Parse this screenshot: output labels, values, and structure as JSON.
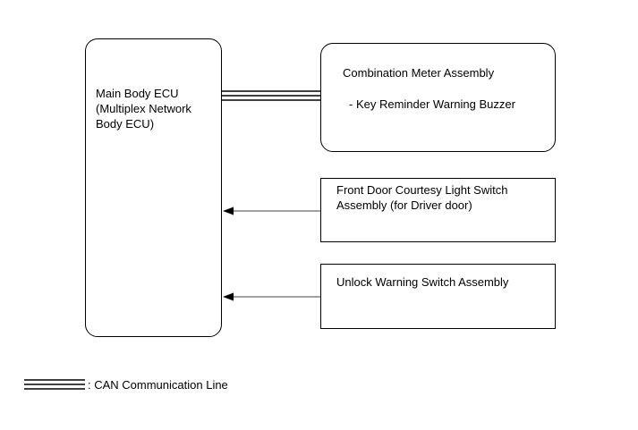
{
  "ecu": {
    "line1": "Main Body ECU",
    "line2": "(Multiplex Network",
    "line3": "Body ECU)"
  },
  "meter": {
    "title": "Combination Meter Assembly",
    "item": "- Key Reminder Warning Buzzer"
  },
  "courtesy_switch": {
    "line1": "Front Door Courtesy Light Switch",
    "line2": "Assembly (for Driver door)"
  },
  "unlock_switch": {
    "line1": "Unlock Warning Switch Assembly"
  },
  "legend": {
    "can_label": ": CAN Communication Line"
  },
  "colors": {
    "line": "#000000",
    "background": "#ffffff"
  }
}
